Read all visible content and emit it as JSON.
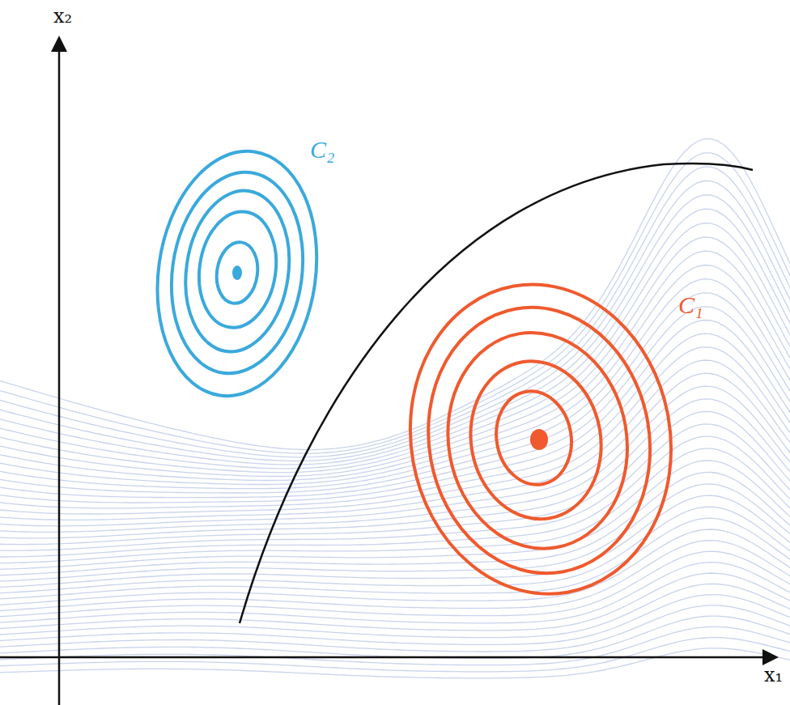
{
  "diagram": {
    "labels": [
      "x₂",
      "C₂",
      "C₁",
      "x₁"
    ]
  }
}
